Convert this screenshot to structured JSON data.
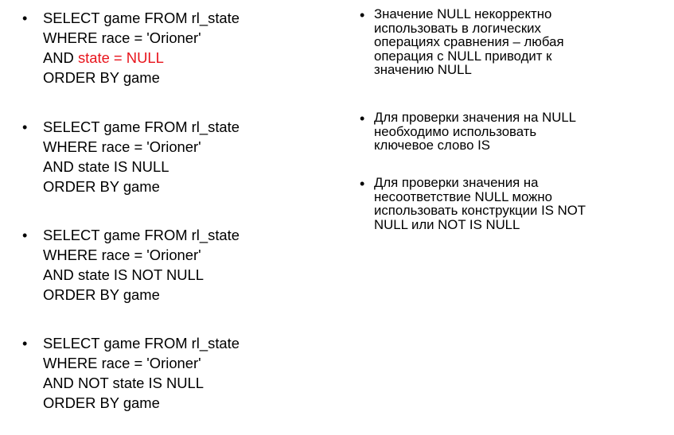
{
  "left_column": {
    "items": [
      {
        "lines": [
          "SELECT game FROM rl_state",
          "WHERE race = 'Orioner'"
        ],
        "and_prefix": "AND ",
        "highlight": "state = NULL",
        "last_line": "ORDER BY game"
      },
      {
        "lines": [
          "SELECT game FROM rl_state",
          "WHERE race = 'Orioner'",
          "AND state IS NULL",
          "ORDER BY game"
        ]
      },
      {
        "lines": [
          "SELECT game FROM rl_state",
          "WHERE race = 'Orioner'",
          "AND state IS NOT NULL",
          "ORDER BY game"
        ]
      },
      {
        "lines": [
          "SELECT game FROM rl_state",
          "WHERE race = 'Orioner'",
          "AND NOT state IS NULL",
          "ORDER BY game"
        ]
      }
    ]
  },
  "right_column": {
    "items": [
      {
        "lines": [
          "Значение NULL некорректно",
          "использовать в логических",
          "операциях сравнения – любая",
          "операция с NULL приводит к",
          "значению NULL"
        ]
      },
      {
        "lines": [
          "Для проверки значения на NULL",
          "необходимо использовать",
          "ключевое слово IS"
        ]
      },
      {
        "lines": [
          "Для проверки значения на",
          "несоответствие NULL можно",
          "использовать конструкции IS NOT",
          "NULL или NOT IS NULL"
        ]
      }
    ]
  },
  "bullet_symbol": "•",
  "colors": {
    "highlight": "#e8141c",
    "text": "#000000",
    "background": "#ffffff"
  }
}
